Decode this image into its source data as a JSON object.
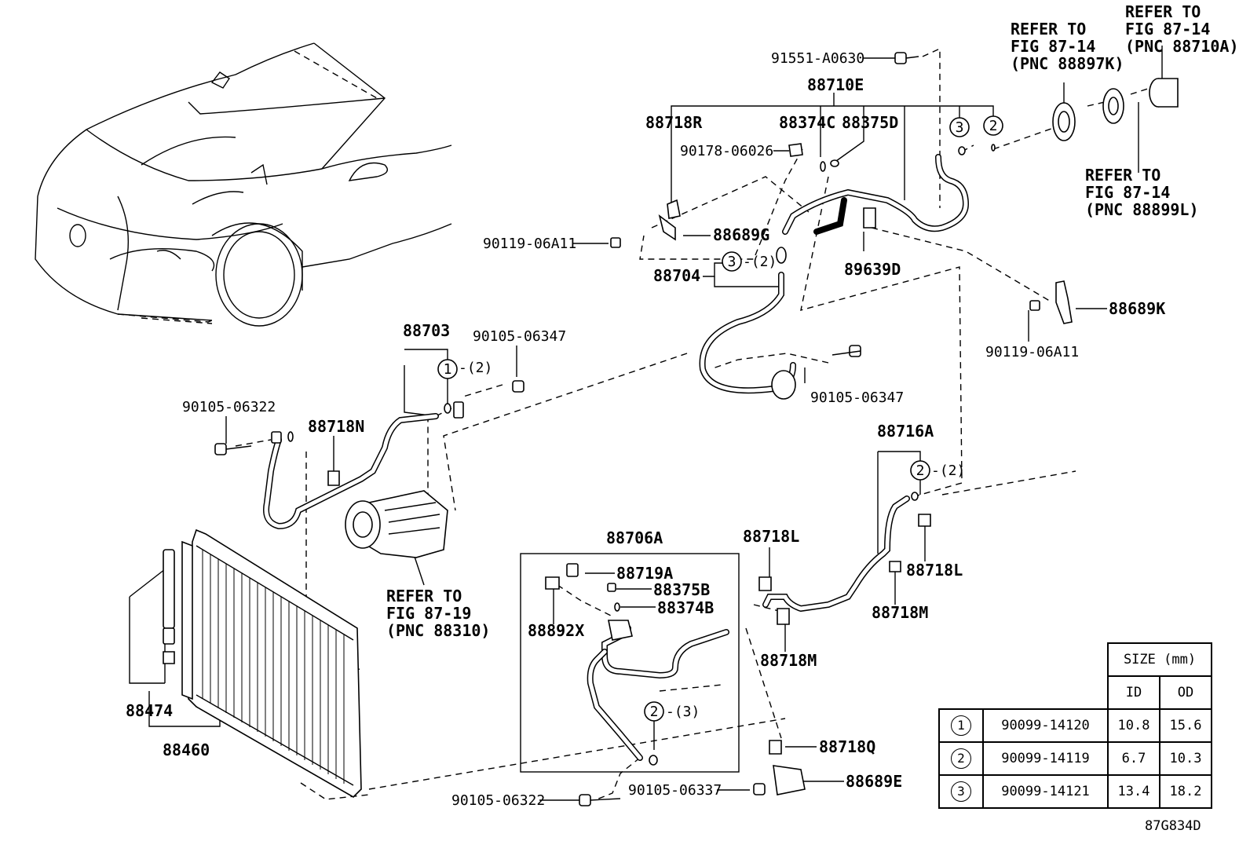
{
  "labels": {
    "p91551": "91551-A0630",
    "p88710E": "88710E",
    "p88718R": "88718R",
    "p88374C": "88374C",
    "p88375D": "88375D",
    "p90178": "90178-06026",
    "p90119a": "90119-06A11",
    "p88689G": "88689G",
    "p88704": "88704",
    "p88704_qty": "-(2)",
    "p89639D": "89639D",
    "p88689K": "88689K",
    "p90119b": "90119-06A11",
    "p88703": "88703",
    "p88703_qty": "-(2)",
    "p90105a": "90105-06347",
    "p90105b": "90105-06347",
    "p90105c": "90105-06322",
    "p88718N": "88718N",
    "p88716A": "88716A",
    "p88716A_qty": "-(2)",
    "p88706A": "88706A",
    "p88719A": "88719A",
    "p88375B": "88375B",
    "p88374B": "88374B",
    "p88892X": "88892X",
    "p88706A_qty": "-(3)",
    "p88718L_a": "88718L",
    "p88718L_b": "88718L",
    "p88718M_a": "88718M",
    "p88718M_b": "88718M",
    "p88718Q": "88718Q",
    "p88689E": "88689E",
    "p90105d": "90105-06322",
    "p90105e": "90105-06337",
    "p88474": "88474",
    "p88460": "88460"
  },
  "refs": {
    "r1": [
      "REFER TO",
      "FIG 87-14",
      "(PNC 88897K)"
    ],
    "r2": [
      "REFER TO",
      "FIG 87-14",
      "(PNC 88710A)"
    ],
    "r3": [
      "REFER TO",
      "FIG 87-14",
      "(PNC 88899L)"
    ],
    "r4": [
      "REFER TO",
      "FIG 87-19",
      "(PNC 88310)"
    ]
  },
  "circles": {
    "c3a": "3",
    "c2a": "2",
    "c3b": "3",
    "c1": "1",
    "c2b": "2",
    "c2c": "2"
  },
  "size_table": {
    "header": "SIZE (mm)",
    "col_id": "ID",
    "col_od": "OD",
    "rows": [
      {
        "no": "1",
        "part": "90099-14120",
        "id": "10.8",
        "od": "15.6"
      },
      {
        "no": "2",
        "part": "90099-14119",
        "id": "6.7",
        "od": "10.3"
      },
      {
        "no": "3",
        "part": "90099-14121",
        "id": "13.4",
        "od": "18.2"
      }
    ]
  },
  "figure_id": "87G834D"
}
